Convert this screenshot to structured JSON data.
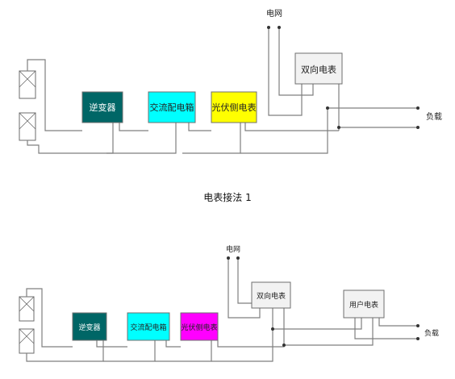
{
  "caption_1": "电表接法 1",
  "diagram_1": {
    "grid_label": "电网",
    "inverter": "逆变器",
    "ac_box": "交流配电箱",
    "pv_meter": "光伏侧电表",
    "bidirectional_meter": "双向电表",
    "load_label": "负载"
  },
  "diagram_2": {
    "grid_label": "电网",
    "inverter": "逆变器",
    "ac_box": "交流配电箱",
    "pv_meter": "光伏侧电表",
    "bidirectional_meter": "双向电表",
    "user_meter": "用户电表",
    "load_label": "负载"
  },
  "colors": {
    "inverter": "#006666",
    "ac_box": "#00ffff",
    "pv_meter_1": "#ffff00",
    "pv_meter_2": "#ff00ff",
    "meter_box": "#f2f2f2",
    "wire": "#7f7f7f"
  }
}
